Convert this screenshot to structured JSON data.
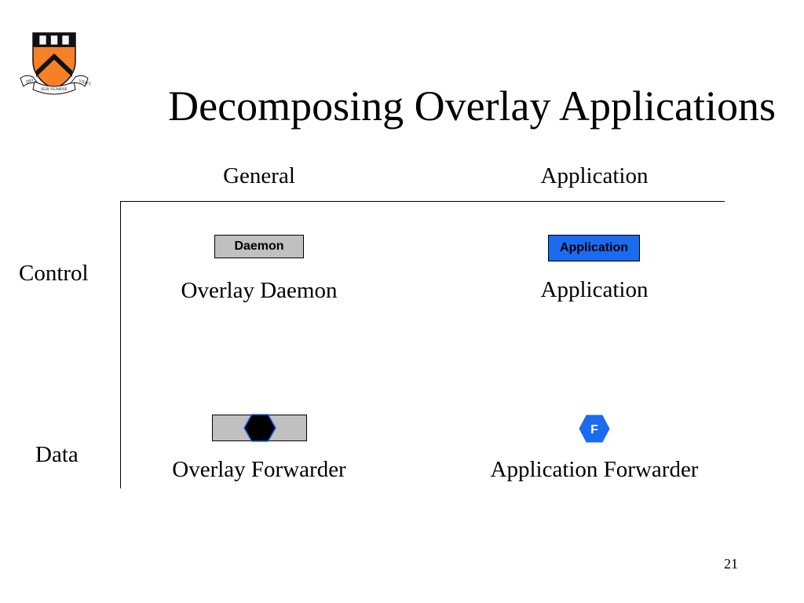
{
  "slide": {
    "title": "Decomposing Overlay Applications",
    "page_number": "21"
  },
  "logo": {
    "icon": "princeton-shield-icon",
    "motto_words": [
      "DEI",
      "SUB NUMINE",
      "VIGET"
    ]
  },
  "columns": [
    {
      "label": "General"
    },
    {
      "label": "Application"
    }
  ],
  "rows": [
    {
      "label": "Control"
    },
    {
      "label": "Data"
    }
  ],
  "cells": {
    "control_general": {
      "box_label": "Daemon",
      "caption": "Overlay Daemon"
    },
    "control_application": {
      "box_label": "Application",
      "caption": "Application"
    },
    "data_general": {
      "icon": "hexagon-icon",
      "caption": "Overlay Forwarder"
    },
    "data_application": {
      "icon_label": "F",
      "icon": "hexagon-icon",
      "caption": "Application Forwarder"
    }
  },
  "colors": {
    "daemon_box": "#c0c0c0",
    "application_box": "#1a6bf0",
    "forwarder_hex": "#000000",
    "hex_outline": "#1a6bf0",
    "logo_orange": "#f58025",
    "logo_black": "#111111"
  }
}
